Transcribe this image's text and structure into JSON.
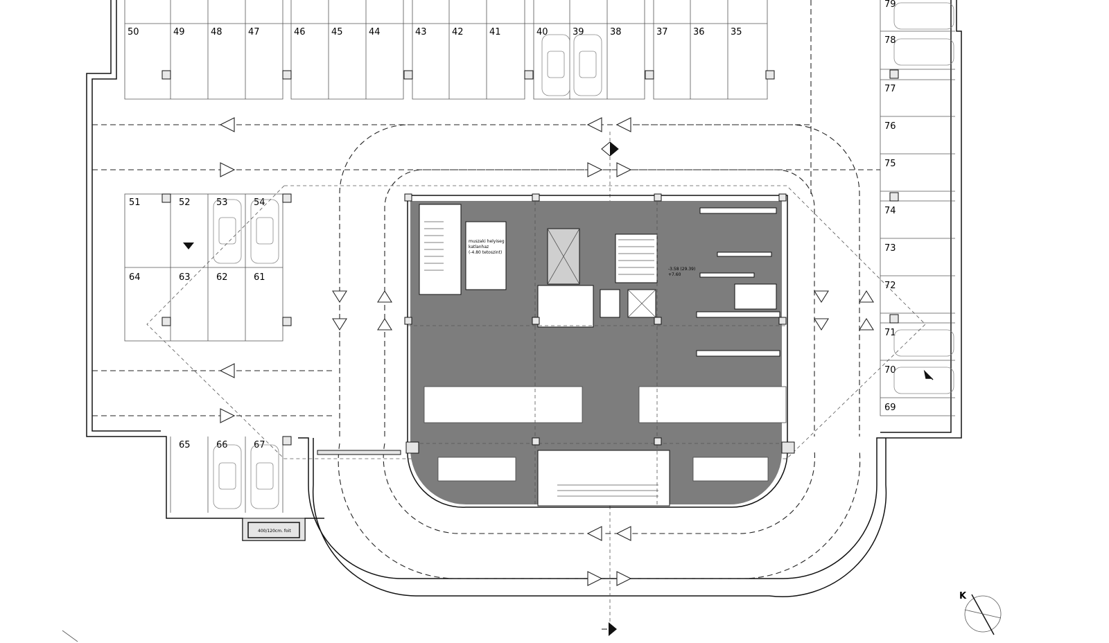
{
  "parking_spots": {
    "top_row": [
      "50",
      "49",
      "48",
      "47",
      "46",
      "45",
      "44",
      "43",
      "42",
      "41",
      "40",
      "39",
      "38",
      "37",
      "36",
      "35"
    ],
    "left_block_upper": [
      "51",
      "52",
      "53",
      "54"
    ],
    "left_block_lower": [
      "64",
      "63",
      "62",
      "61"
    ],
    "bottom_left": [
      "65",
      "66",
      "67"
    ],
    "right_column": [
      "79",
      "78",
      "77",
      "76",
      "75",
      "74",
      "73",
      "72",
      "71",
      "70",
      "69"
    ]
  },
  "annotations": {
    "elevation_main": "-3.58 (29.39)",
    "elevation_sub": "+7.60",
    "shaft_label": "400/120cm. foit",
    "room_note_line1": "muszaki helyiseg",
    "room_note_line2": "katlanhaz",
    "room_note_line3": "(-4.80 tetoszint)"
  },
  "north_arrow": {
    "label": "K"
  },
  "colors": {
    "interior_fill": "#7d7d7d",
    "line": "#111111",
    "background": "#ffffff"
  },
  "icons": [
    "north-arrow-icon",
    "section-marker-icon",
    "level-marker-icon",
    "entry-arrow-icon"
  ]
}
